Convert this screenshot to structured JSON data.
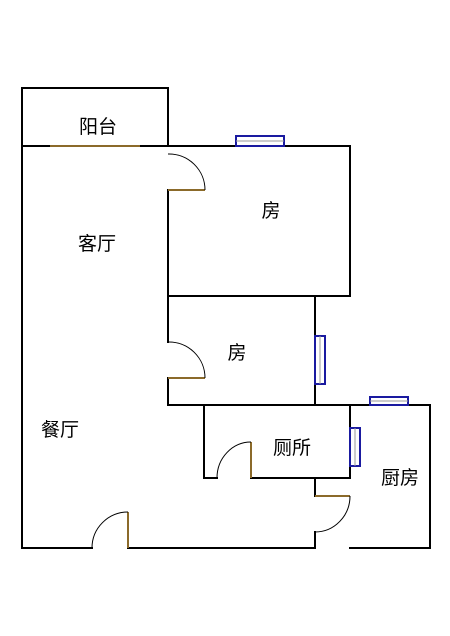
{
  "rooms": {
    "balcony": "阳台",
    "living_room": "客厅",
    "bedroom_1": "房",
    "bedroom_2": "房",
    "dining_room": "餐厅",
    "bathroom": "厕所",
    "kitchen": "厨房"
  },
  "colors": {
    "wall": "#000000",
    "door_leaf": "#8b6a2a",
    "window": "#1a1aa0",
    "background": "#ffffff"
  }
}
